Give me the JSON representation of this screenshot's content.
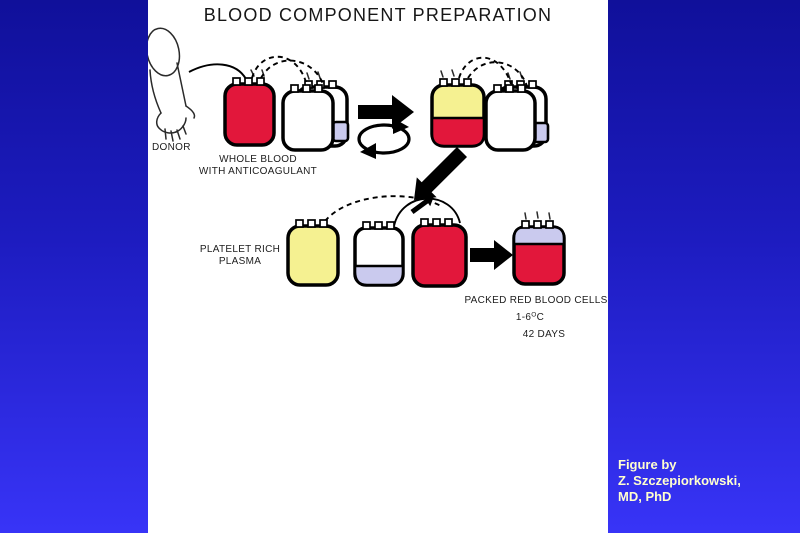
{
  "slide": {
    "title": "BLOOD COMPONENT PREPARATION",
    "credit_lines": [
      "Figure by",
      "Z. Szczepiorkowski,",
      "MD, PhD"
    ]
  },
  "diagram": {
    "labels": {
      "donor": "DONOR",
      "whole_blood_1": "WHOLE BLOOD",
      "whole_blood_2": "WITH ANTICOAGULANT",
      "prp_1": "PLATELET RICH",
      "prp_2": "PLASMA",
      "prbc": "PACKED RED BLOOD CELLS",
      "temp_prefix": "1-6",
      "temp_degree": "O",
      "temp_unit": "C",
      "days": "42 DAYS"
    },
    "colors": {
      "red_cells": "#E2173B",
      "plasma_yellow": "#F5F191",
      "platelet_lavender": "#CACAEE",
      "bag_white": "#FFFFFF",
      "bag_outline": "#000000"
    }
  },
  "background": {
    "gradient_top": "#10109A",
    "gradient_bottom": "#3834F7",
    "panel": "#FFFFFF",
    "title_text": "#161616",
    "credit_text": "#FFFFCF"
  }
}
